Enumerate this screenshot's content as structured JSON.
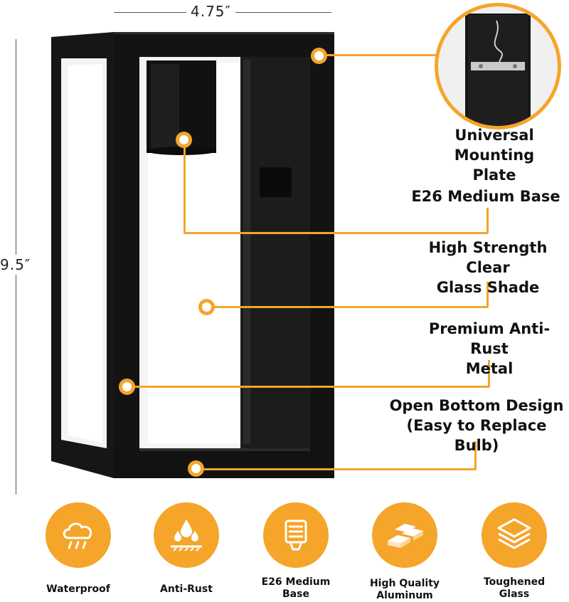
{
  "dimensions": {
    "width_label": "4.75″",
    "height_label": "9.5″"
  },
  "features": [
    {
      "id": "mounting",
      "lines": [
        "Universal",
        "Mounting Plate"
      ]
    },
    {
      "id": "base",
      "lines": [
        "E26 Medium Base"
      ]
    },
    {
      "id": "glass",
      "lines": [
        "High Strength Clear",
        "Glass Shade"
      ]
    },
    {
      "id": "metal",
      "lines": [
        "Premium Anti-Rust",
        "Metal"
      ]
    },
    {
      "id": "bottom",
      "lines": [
        "Open Bottom Design",
        "(Easy to Replace Bulb)"
      ]
    }
  ],
  "icons": [
    {
      "name": "cloud-rain-icon",
      "lines": [
        "Waterproof"
      ]
    },
    {
      "name": "anti-rust-icon",
      "lines": [
        "Anti-Rust"
      ]
    },
    {
      "name": "bulb-base-icon",
      "lines": [
        "E26 Medium",
        "Base"
      ]
    },
    {
      "name": "aluminum-bars-icon",
      "lines": [
        "High Quality",
        "Aluminum"
      ]
    },
    {
      "name": "glass-layers-icon",
      "lines": [
        "Toughened",
        "Glass"
      ]
    }
  ],
  "colors": {
    "accent": "#f4a52a",
    "frame": "#111111",
    "glass": "#f7f7f7"
  }
}
